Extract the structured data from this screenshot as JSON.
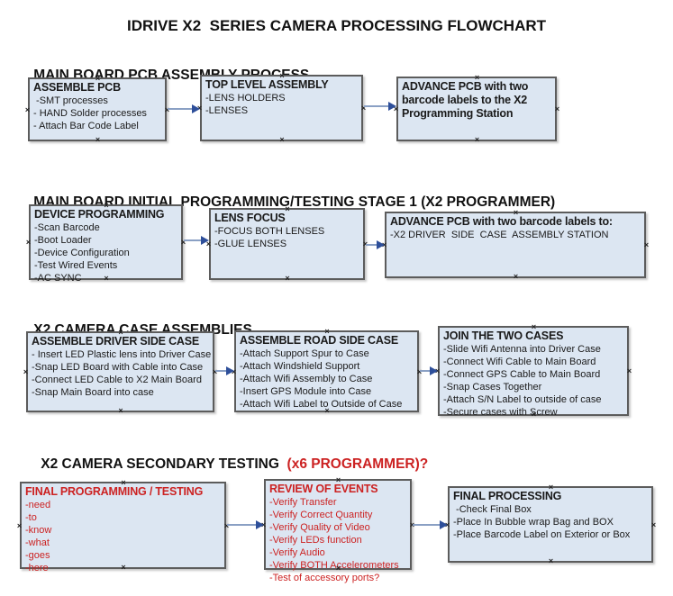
{
  "title": "IDRIVE X2  SERIES CAMERA PROCESSING FLOWCHART",
  "icons": {
    "connector_anchor": "×"
  },
  "colors": {
    "box_fill": "#dce6f2",
    "box_border": "#5c5c5c",
    "red_text": "#cc2222",
    "black_text": "#1a1a1a",
    "arrow_line": "#8aa0c4",
    "arrow_head": "#2e4f9a"
  },
  "sections": [
    {
      "header_black": "MAIN BOARD PCB ASSEMBLY PROCESS",
      "header_red": "",
      "boxes": [
        {
          "title": "ASSEMBLE PCB",
          "items": [
            " -SMT processes",
            "- HAND Solder processes",
            "- Attach Bar Code Label"
          ]
        },
        {
          "title": "TOP LEVEL ASSEMBLY",
          "items": [
            "-LENS HOLDERS",
            "-LENSES"
          ]
        },
        {
          "title": "ADVANCE PCB with two barcode labels to the X2 Programming Station",
          "items": []
        }
      ]
    },
    {
      "header_black": "MAIN BOARD INITIAL PROGRAMMING/TESTING STAGE 1 (X2 PROGRAMMER)",
      "header_red": "",
      "boxes": [
        {
          "title": "DEVICE PROGRAMMING",
          "items": [
            "-Scan Barcode",
            "-Boot Loader",
            "-Device Configuration",
            "-Test Wired Events",
            "-AC SYNC"
          ]
        },
        {
          "title": "LENS FOCUS",
          "items": [
            "-FOCUS BOTH LENSES",
            "-GLUE LENSES"
          ]
        },
        {
          "title": "ADVANCE PCB with two barcode labels to:",
          "items": [
            "-X2 DRIVER  SIDE  CASE  ASSEMBLY STATION"
          ]
        }
      ]
    },
    {
      "header_black": "X2 CAMERA CASE ASSEMBLIES",
      "header_red": "",
      "boxes": [
        {
          "title": "ASSEMBLE DRIVER SIDE CASE",
          "items": [
            "- Insert LED Plastic lens into Driver Case",
            "-Snap LED Board with Cable into Case",
            "-Connect LED Cable to X2 Main Board",
            "-Snap Main Board into case"
          ]
        },
        {
          "title": "ASSEMBLE ROAD SIDE CASE",
          "items": [
            "-Attach Support Spur to Case",
            "-Attach Windshield Support",
            "-Attach Wifi Assembly to Case",
            "-Insert GPS Module into Case",
            "-Attach Wifi Label to Outside of Case"
          ]
        },
        {
          "title": "JOIN THE TWO CASES",
          "items": [
            "-Slide Wifi Antenna into Driver Case",
            "-Connect Wifi Cable to Main Board",
            "-Connect GPS Cable to Main Board",
            "-Snap Cases Together",
            "-Attach S/N Label to outside of case",
            "-Secure cases with Screw"
          ]
        }
      ]
    },
    {
      "header_black": "X2 CAMERA SECONDARY TESTING  ",
      "header_red": "(x6 PROGRAMMER)?",
      "boxes": [
        {
          "title": "FINAL PROGRAMMING / TESTING",
          "items": [
            "-need",
            "-to",
            "-know",
            "-what",
            "-goes",
            "-here"
          ]
        },
        {
          "title": "REVIEW OF EVENTS",
          "items": [
            "-Verify Transfer",
            "-Verify Correct Quantity",
            "-Verify Quality of Video",
            "-Verify LEDs function",
            "-Verify Audio",
            "-Verify BOTH Accelerometers",
            "-Test of accessory ports?"
          ]
        },
        {
          "title": "FINAL PROCESSING",
          "items": [
            " -Check Final Box",
            "-Place In Bubble wrap Bag and BOX",
            "-Place Barcode Label on Exterior or Box"
          ]
        }
      ]
    }
  ]
}
